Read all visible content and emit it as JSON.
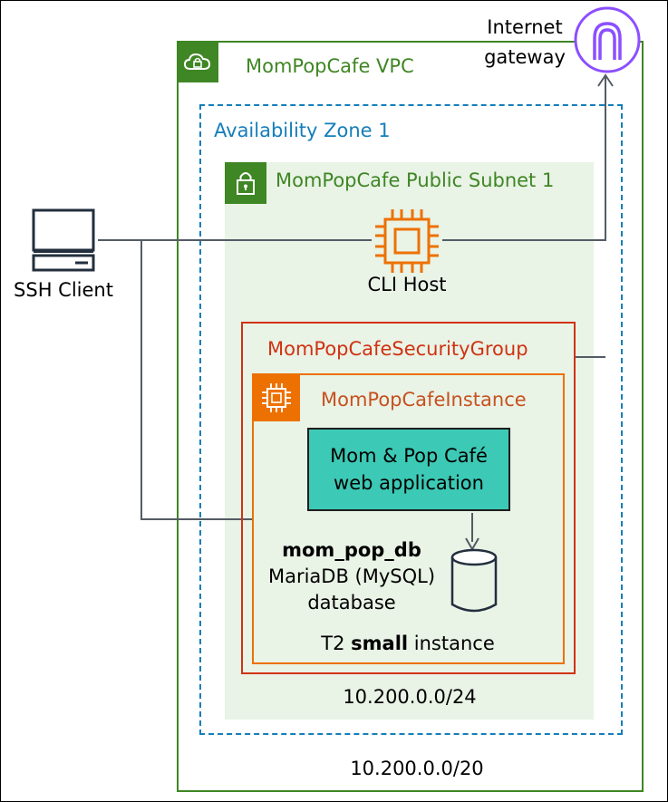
{
  "internet_gateway": {
    "line1": "Internet",
    "line2": "gateway"
  },
  "vpc": {
    "title": "MomPopCafe VPC",
    "cidr": "10.200.0.0/20"
  },
  "availability_zone": {
    "title": "Availability Zone 1"
  },
  "subnet": {
    "title": "MomPopCafe Public Subnet 1",
    "cidr": "10.200.0.0/24"
  },
  "cli_host": {
    "label": "CLI Host"
  },
  "ssh_client": {
    "label": "SSH Client"
  },
  "security_group": {
    "title": "MomPopCafeSecurityGroup"
  },
  "instance": {
    "title": "MomPopCafeInstance",
    "type_prefix": "T2",
    "type_bold": "small",
    "type_suffix": "instance"
  },
  "web_app": {
    "line1": "Mom & Pop Café",
    "line2": "web application"
  },
  "database": {
    "name": "mom_pop_db",
    "line1": "MariaDB (MySQL)",
    "line2": "database"
  },
  "colors": {
    "vpc_green": "#3f8624",
    "az_blue": "#147eba",
    "subnet_bg": "#e9f3e6",
    "sg_red": "#d13212",
    "instance_orange": "#ed7100",
    "gateway_purple": "#8c4fff",
    "webapp_teal": "#3cc9b5"
  }
}
